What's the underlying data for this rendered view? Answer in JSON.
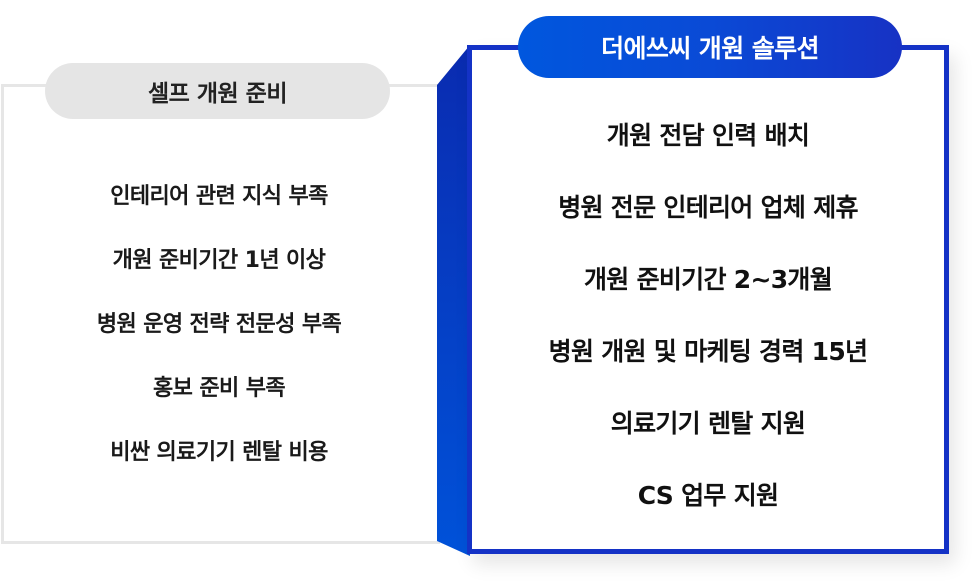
{
  "left_panel": {
    "title": "셀프 개원 준비",
    "items": [
      "인테리어 관련 지식 부족",
      "개원 준비기간 1년 이상",
      "병원 운영 전략 전문성 부족",
      "홍보 준비 부족",
      "비싼 의료기기 렌탈 비용"
    ],
    "pill_color": "#e5e5e5",
    "border_color": "#e6e6e6"
  },
  "right_panel": {
    "title": "더에쓰씨 개원 솔루션",
    "items": [
      "개원 전담 인력 배치",
      "병원 전문 인테리어 업체 제휴",
      "개원 준비기간 2~3개월",
      "병원 개원 및 마케팅 경력 15년",
      "의료기기 렌탈 지원",
      "CS 업무 지원"
    ],
    "accent_color": "#1432c6",
    "pill_gradient": [
      "#0057de",
      "#1732c4"
    ]
  }
}
